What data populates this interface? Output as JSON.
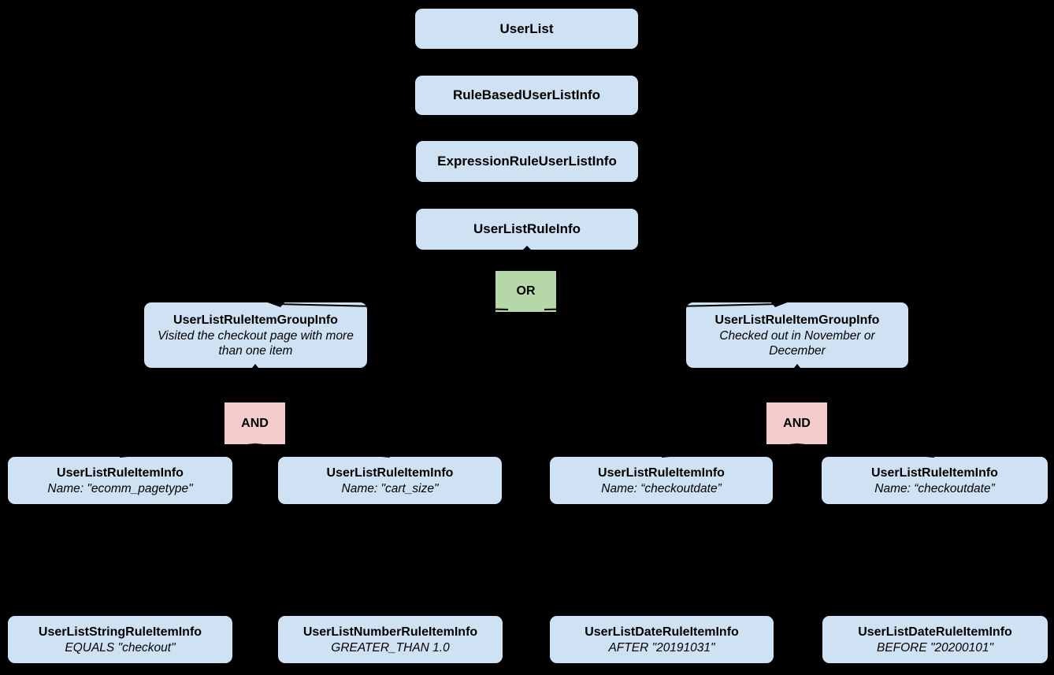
{
  "diagram": {
    "colors": {
      "background": "#000000",
      "node_fill": "#cfe2f3",
      "or_fill": "#b6d7a8",
      "and_fill": "#f4cccc",
      "text": "#000000",
      "connector": "#000000"
    },
    "nodes": {
      "userlist": {
        "title": "UserList"
      },
      "rulebased": {
        "title": "RuleBasedUserListInfo"
      },
      "expressionrule": {
        "title": "ExpressionRuleUserListInfo"
      },
      "userlistrule": {
        "title": "UserListRuleInfo"
      },
      "or_operator": {
        "label": "OR"
      },
      "group_left": {
        "title": "UserListRuleItemGroupInfo",
        "subtitle": "Visited the checkout page with more than one item"
      },
      "group_right": {
        "title": "UserListRuleItemGroupInfo",
        "subtitle": "Checked out in November or December"
      },
      "and_left": {
        "label": "AND"
      },
      "and_right": {
        "label": "AND"
      },
      "item1": {
        "title": "UserListRuleItemInfo",
        "subtitle": "Name: \"ecomm_pagetype\""
      },
      "item2": {
        "title": "UserListRuleItemInfo",
        "subtitle": "Name: \"cart_size\""
      },
      "item3": {
        "title": "UserListRuleItemInfo",
        "subtitle": "Name: “checkoutdate”"
      },
      "item4": {
        "title": "UserListRuleItemInfo",
        "subtitle": "Name: “checkoutdate”"
      },
      "leaf1": {
        "title": "UserListStringRuleItemInfo",
        "subtitle": "EQUALS \"checkout\""
      },
      "leaf2": {
        "title": "UserListNumberRuleItemInfo",
        "subtitle": "GREATER_THAN 1.0"
      },
      "leaf3": {
        "title": "UserListDateRuleItemInfo",
        "subtitle": "AFTER \"20191031\""
      },
      "leaf4": {
        "title": "UserListDateRuleItemInfo",
        "subtitle": "BEFORE \"20200101\""
      }
    }
  }
}
